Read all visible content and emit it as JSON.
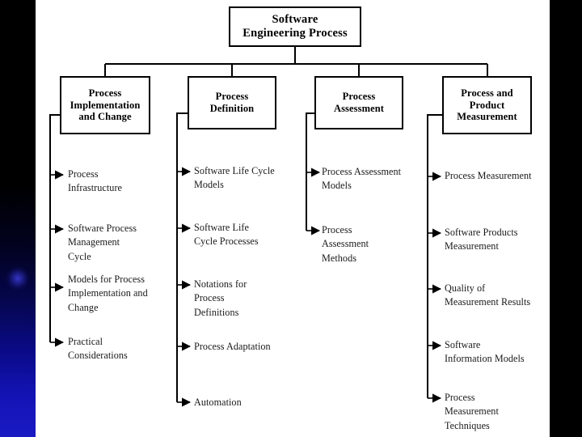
{
  "slide": {
    "background_left_top_color": "#000000",
    "background_left_bottom_color": "#1a1ac4",
    "background_right_color": "#000000",
    "canvas_color": "#ffffff",
    "line_color": "#000000",
    "text_color": "#1a1a1a"
  },
  "diagram": {
    "type": "tree",
    "orientation": "top-down with left-spine leaves",
    "root": {
      "id": "software-engineering-process",
      "label": "Software\nEngineering Process"
    },
    "branches": [
      {
        "id": "process-implementation-and-change",
        "label": "Process\nImplementation\nand Change",
        "leaves": [
          {
            "id": "process-infrastructure",
            "label": "Process\nInfrastructure"
          },
          {
            "id": "software-process-management-cycle",
            "label": "Software Process\nManagement\nCycle"
          },
          {
            "id": "models-for-process-implementation-and-change",
            "label": "Models for Process\nImplementation and\nChange"
          },
          {
            "id": "practical-considerations",
            "label": "Practical\nConsiderations"
          }
        ]
      },
      {
        "id": "process-definition",
        "label": "Process\nDefinition",
        "leaves": [
          {
            "id": "software-life-cycle-models",
            "label": "Software Life Cycle\nModels"
          },
          {
            "id": "software-life-cycle-processes",
            "label": "Software Life\nCycle Processes"
          },
          {
            "id": "notations-for-process-definitions",
            "label": "Notations for\nProcess\nDefinitions"
          },
          {
            "id": "process-adaptation",
            "label": "Process Adaptation"
          },
          {
            "id": "automation",
            "label": "Automation"
          }
        ]
      },
      {
        "id": "process-assessment",
        "label": "Process\nAssessment",
        "leaves": [
          {
            "id": "process-assessment-models",
            "label": "Process Assessment\nModels"
          },
          {
            "id": "process-assessment-methods",
            "label": "Process\nAssessment\nMethods"
          }
        ]
      },
      {
        "id": "process-and-product-measurement",
        "label": "Process and\nProduct\nMeasurement",
        "leaves": [
          {
            "id": "process-measurement",
            "label": "Process Measurement"
          },
          {
            "id": "software-products-measurement",
            "label": "Software Products\nMeasurement"
          },
          {
            "id": "quality-of-measurement-results",
            "label": "Quality of\nMeasurement Results"
          },
          {
            "id": "software-information-models",
            "label": "Software\nInformation Models"
          },
          {
            "id": "process-measurement-techniques",
            "label": "Process\nMeasurement\nTechniques"
          }
        ]
      }
    ]
  }
}
